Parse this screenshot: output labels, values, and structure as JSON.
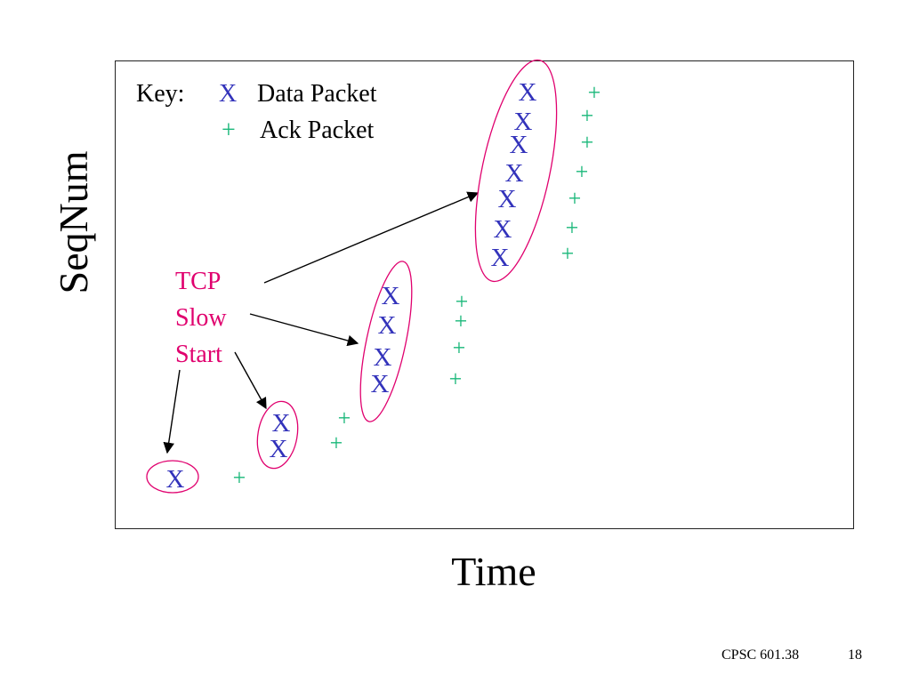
{
  "axes": {
    "x_label": "Time",
    "y_label": "SeqNum"
  },
  "key": {
    "title": "Key:",
    "data_symbol": "X",
    "data_label": "Data Packet",
    "ack_symbol": "+",
    "ack_label": "Ack Packet"
  },
  "annotation": {
    "lines": [
      "TCP",
      "Slow",
      "Start"
    ]
  },
  "colors": {
    "data_packet": "#3333bb",
    "ack_packet": "#1ab87a",
    "annotation": "#e0006e",
    "group_outline": "#e0006e",
    "arrow": "#000000",
    "frame": "#222222"
  },
  "rounds": [
    {
      "data_packets": 1,
      "ack_packets": 1
    },
    {
      "data_packets": 2,
      "ack_packets": 2
    },
    {
      "data_packets": 4,
      "ack_packets": 4
    },
    {
      "data_packets": 7,
      "ack_packets": 7
    }
  ],
  "footer": {
    "course": "CPSC 601.38",
    "page": "18"
  }
}
